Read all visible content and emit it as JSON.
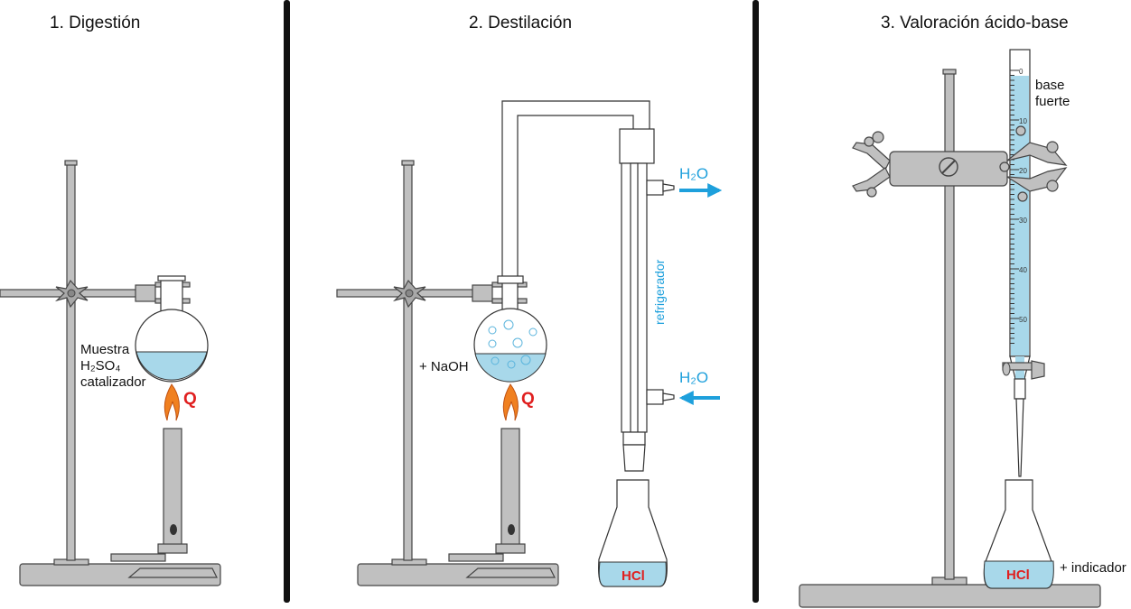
{
  "panels": [
    {
      "title": "1. Digestión",
      "sample_lines": [
        "Muestra",
        "H₂SO₄",
        "catalizador"
      ],
      "heat": "Q"
    },
    {
      "title": "2. Destilación",
      "reagent": "+ NaOH",
      "heat": "Q",
      "condenser": "refrigerador",
      "water_out": "H₂O",
      "water_in": "H₂O",
      "receiver": "HCl"
    },
    {
      "title": "3. Valoración ácido-base",
      "titrant_lines": [
        "base",
        "fuerte"
      ],
      "burette_scale": [
        "0",
        "10",
        "20",
        "30",
        "40",
        "50"
      ],
      "flask": "HCl",
      "indicator": "+ indicador"
    }
  ],
  "colors": {
    "liquid": "#a8d8ea",
    "water_arrow": "#1ea0dc",
    "flame": "#f08020",
    "heat_label": "#e02020",
    "divider": "#111111"
  }
}
